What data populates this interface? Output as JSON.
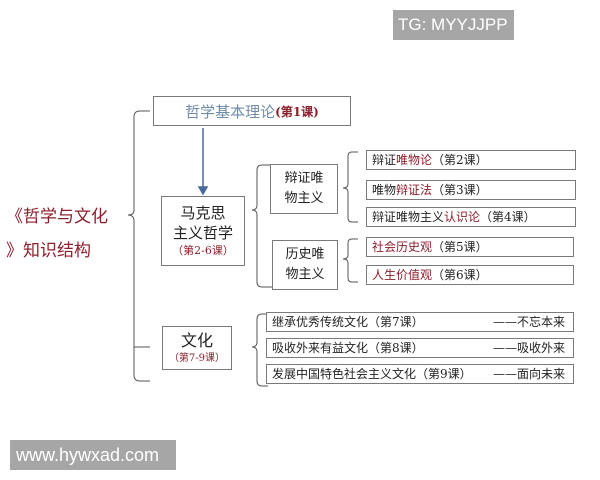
{
  "watermarks": {
    "top": "TG: MYYJJPP",
    "bottom": "www.hywxad.com"
  },
  "colors": {
    "accent_red": "#8b1f2b",
    "accent_blue": "#6f8bab",
    "border": "#7a7a7a",
    "watermark_bg": "#a6a6a6"
  },
  "root": {
    "line1": "《哲学与文化",
    "line2": "》知识结构"
  },
  "theory": {
    "label": "哲学基本理论",
    "lesson": "(第1课)"
  },
  "marxism": {
    "line1": "马克思",
    "line2": "主义哲学",
    "lesson": "（第2-6课）",
    "branches": [
      {
        "line1": "辩证唯",
        "line2": "物主义",
        "items": [
          {
            "pre": "辩证",
            "key": "唯物论",
            "post": "（第2课）"
          },
          {
            "pre": "唯物",
            "key": "辩证法",
            "post": "（第3课）"
          },
          {
            "pre": "辩证唯物主义",
            "key": "认识论",
            "post": "（第4课）"
          }
        ]
      },
      {
        "line1": "历史唯",
        "line2": "物主义",
        "items": [
          {
            "pre": "",
            "key": "社会历史观",
            "post": "（第5课）"
          },
          {
            "pre": "",
            "key": "人生价值观",
            "post": "（第6课）"
          }
        ]
      }
    ]
  },
  "culture": {
    "label": "文化",
    "lesson": "（第7-9课）",
    "items": [
      {
        "text": "继承优秀传统文化（第7课）",
        "note": "——不忘本来"
      },
      {
        "text": "吸收外来有益文化（第8课）",
        "note": "——吸收外来"
      },
      {
        "text": "发展中国特色社会主义文化（第9课）",
        "note": "——面向未来"
      }
    ]
  }
}
